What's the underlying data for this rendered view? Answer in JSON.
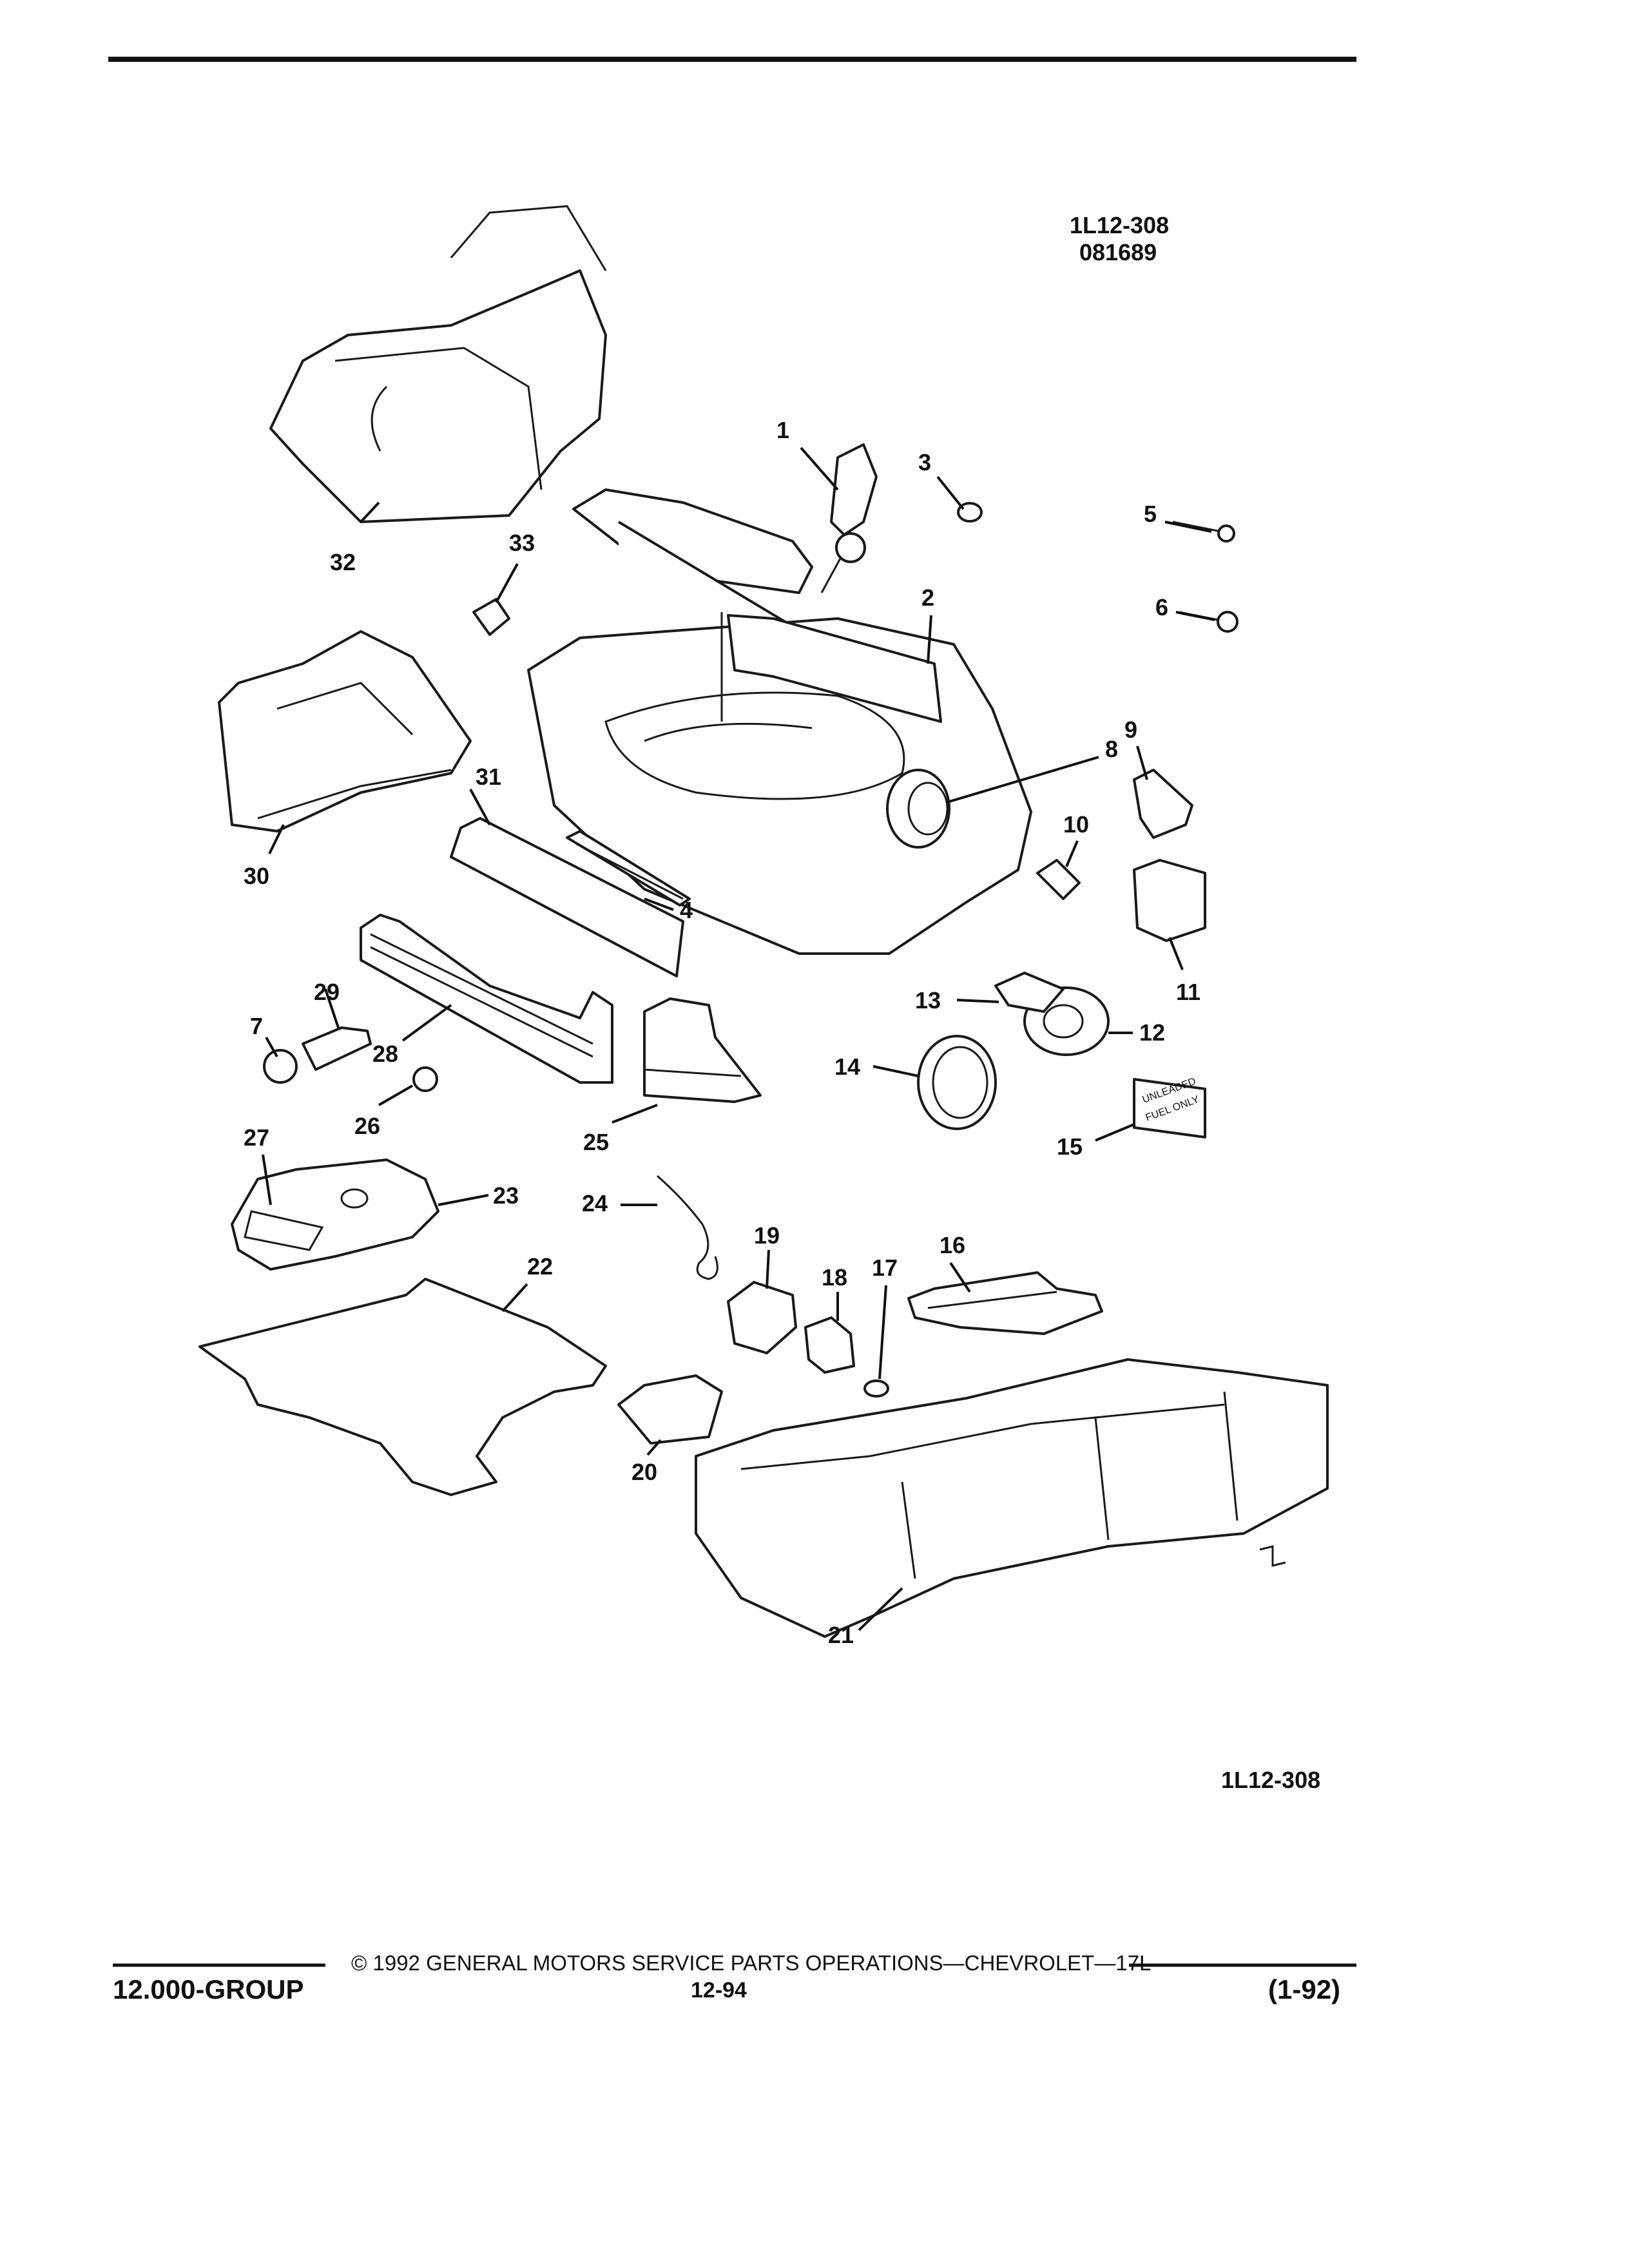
{
  "diagram": {
    "ref_top_line1": "1L12-308",
    "ref_top_line2": "081689",
    "ref_bottom": "1L12-308",
    "callouts": [
      "1",
      "2",
      "3",
      "4",
      "5",
      "6",
      "7",
      "8",
      "9",
      "10",
      "11",
      "12",
      "13",
      "14",
      "15",
      "16",
      "17",
      "18",
      "19",
      "20",
      "21",
      "22",
      "23",
      "24",
      "25",
      "26",
      "27",
      "28",
      "29",
      "30",
      "31",
      "32",
      "33"
    ],
    "decal_line1": "UNLEADED",
    "decal_line2": "FUEL ONLY"
  },
  "footer": {
    "copyright": "© 1992 GENERAL MOTORS SERVICE PARTS OPERATIONS—CHEVROLET—17L",
    "group": "12.000-GROUP",
    "page": "12-94",
    "date": "(1-92)"
  }
}
